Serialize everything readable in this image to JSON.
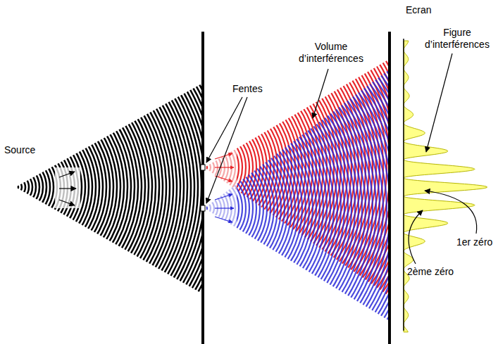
{
  "diagram": {
    "labels": [
      "Ecran",
      "Source",
      "Fentes",
      "Volume d’interférences",
      "Figure d’interférences",
      "1er zéro",
      "2ème zéro"
    ]
  }
}
